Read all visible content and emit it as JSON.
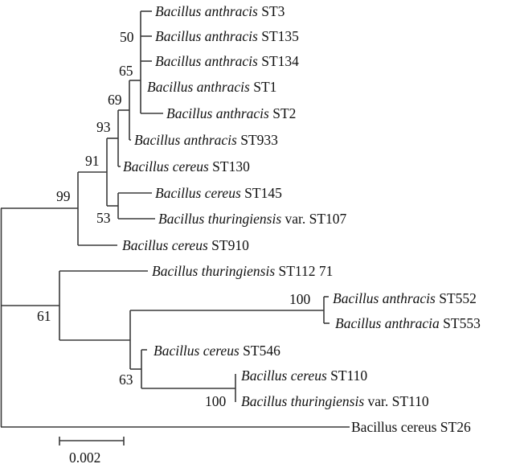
{
  "tree": {
    "leaves": [
      {
        "genus_species": "Bacillus anthracis",
        "strain": "ST3"
      },
      {
        "genus_species": "Bacillus anthracis",
        "strain": "ST135"
      },
      {
        "genus_species": "Bacillus anthracis",
        "strain": "ST134"
      },
      {
        "genus_species": "Bacillus anthracis",
        "strain": "ST1"
      },
      {
        "genus_species": "Bacillus anthracis",
        "strain": "ST2"
      },
      {
        "genus_species": "Bacillus anthracis",
        "strain": "ST933"
      },
      {
        "genus_species": "Bacillus cereus",
        "strain": "ST130"
      },
      {
        "genus_species": "Bacillus cereus",
        "strain": "ST145"
      },
      {
        "genus_species": "Bacillus thuringiensis",
        "strain": "var. ST107"
      },
      {
        "genus_species": "Bacillus cereus",
        "strain": "ST910"
      },
      {
        "genus_species": "Bacillus thuringiensis",
        "strain": "ST112 71"
      },
      {
        "genus_species": "Bacillus anthracis",
        "strain": "ST552"
      },
      {
        "genus_species": "Bacillus anthracia",
        "strain": "ST553"
      },
      {
        "genus_species": "Bacillus cereus",
        "strain": "ST546"
      },
      {
        "genus_species": "Bacillus cereus",
        "strain": "ST110"
      },
      {
        "genus_species": "Bacillus thuringiensis",
        "strain": "var. ST110"
      },
      {
        "genus_species": "",
        "strain": "Bacillus cereus ST26"
      }
    ],
    "bootstrap": [
      "50",
      "65",
      "69",
      "93",
      "91",
      "99",
      "53",
      "61",
      "100",
      "63",
      "100"
    ],
    "scale_bar": "0.002"
  }
}
